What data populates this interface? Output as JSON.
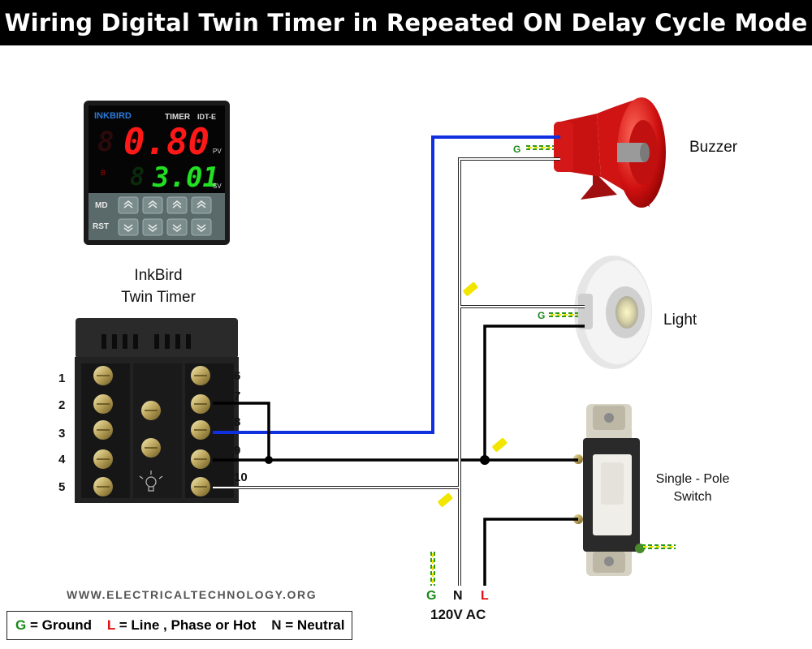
{
  "title": "Wiring Digital Twin Timer in Repeated ON Delay Cycle Mode",
  "timer_face": {
    "brand": "INKBIRD",
    "model_prefix": "TIMER",
    "model": "IDT-E",
    "pv_value": "0.80",
    "sv_value": "3.01",
    "pv_label": "PV",
    "sv_label": "SV",
    "btn_md": "MD",
    "btn_rst": "RST"
  },
  "timer_label": [
    "InkBird",
    "Twin Timer"
  ],
  "terminals_left": [
    "1",
    "2",
    "3",
    "4",
    "5"
  ],
  "terminals_right": [
    "6",
    "7",
    "8",
    "9",
    "10"
  ],
  "devices": {
    "buzzer": "Buzzer",
    "light": "Light",
    "switch": [
      "Single - Pole",
      "Switch"
    ]
  },
  "ground_tag": "G",
  "supply": {
    "g": "G",
    "n": "N",
    "l": "L",
    "voltage": "120V AC"
  },
  "website": "WWW.ELECTRICALTECHNOLOGY.ORG",
  "legend": {
    "g_key": "G",
    "g_text": "= Ground",
    "l_key": "L",
    "l_text": "= Line , Phase or Hot",
    "n_key": "N",
    "n_text": "= Neutral"
  },
  "colors": {
    "line_wire": "#000000",
    "neutral_wire": "#ffffff",
    "signal_wire": "#1030e0",
    "ground_wire": "#2e9a1a",
    "wire_nut": "#f2e600"
  }
}
